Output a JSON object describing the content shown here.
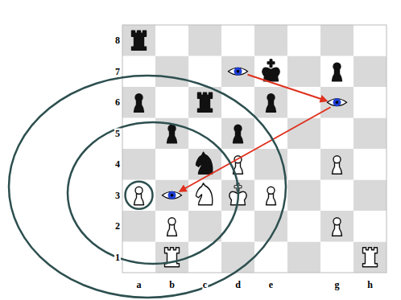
{
  "diagram": {
    "labels": [
      "8",
      "7",
      "6",
      "5",
      "4",
      "3",
      "2",
      "1",
      "a",
      "b",
      "c",
      "d",
      "e",
      "g",
      "h"
    ]
  }
}
